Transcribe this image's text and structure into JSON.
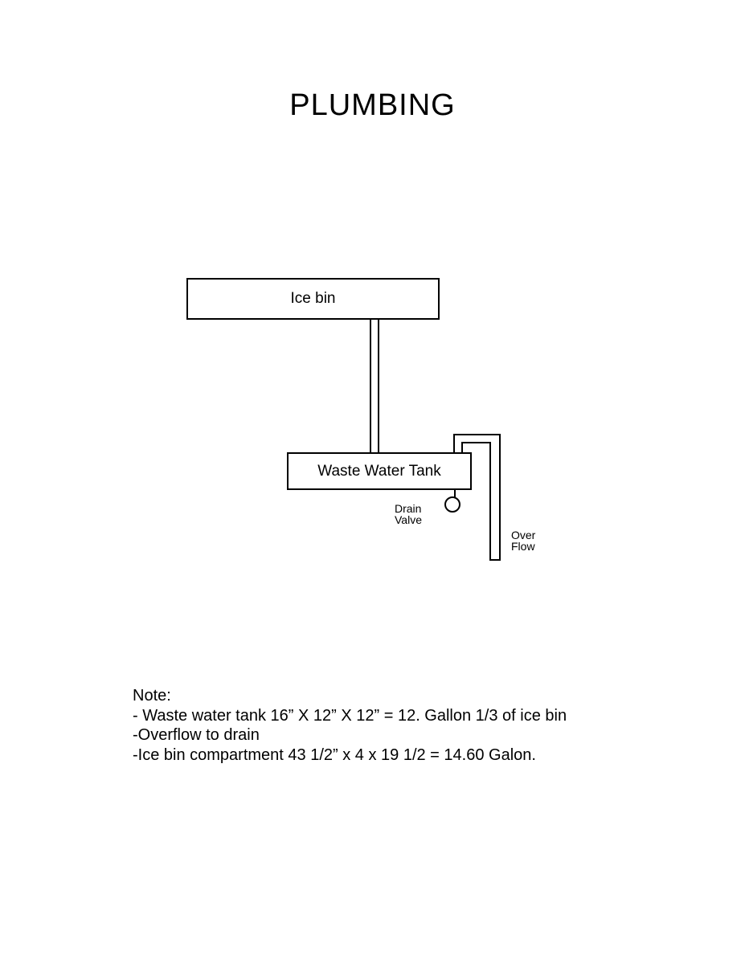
{
  "page": {
    "title": "PLUMBING"
  },
  "diagram": {
    "ice_bin_label": "Ice bin",
    "waste_water_tank_label": "Waste Water Tank",
    "drain_valve_label_line1": "Drain",
    "drain_valve_label_line2": "Valve",
    "overflow_label_line1": "Over",
    "overflow_label_line2": "Flow"
  },
  "notes": {
    "heading": "Note:",
    "items": [
      "- Waste water tank 16” X 12” X 12” = 12. Gallon 1/3 of ice bin",
      "-Overflow to drain",
      "-Ice bin compartment 43 1/2” x 4 x 19 1/2 = 14.60 Galon."
    ]
  },
  "colors": {
    "line": "#000000",
    "background": "#ffffff"
  }
}
